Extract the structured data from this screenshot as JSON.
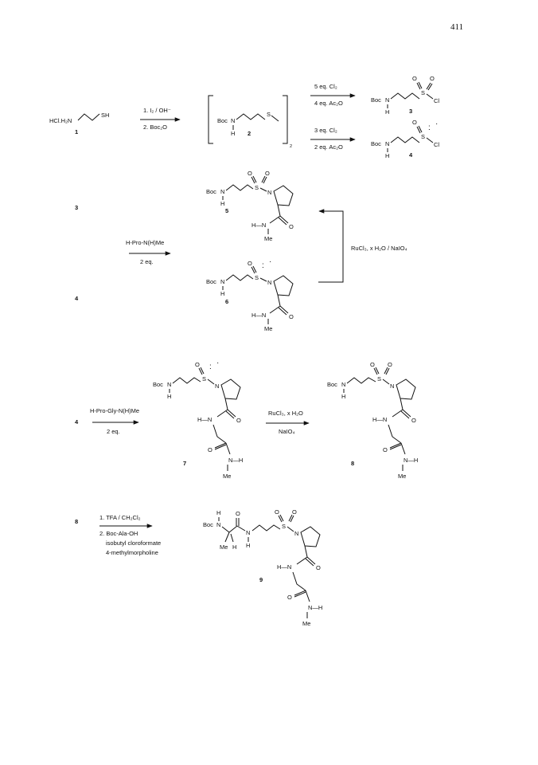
{
  "page_number": "411",
  "step1": {
    "reagent_1": "1. I₂ / OH⁻",
    "reagent_2": "2. Boc₂O",
    "upper_reagent_1": "5 eq. Cl₂",
    "upper_reagent_2": "4 eq. Ac₂O",
    "lower_reagent_1": "3 eq. Cl₂",
    "lower_reagent_2": "2 eq. Ac₂O"
  },
  "step2": {
    "reagent_1": "H-Pro-N(H)Me",
    "reagent_2": "2 eq.",
    "side_reagent": "RuCl₃, x H₂O / NaIO₄"
  },
  "step3": {
    "reagent_1": "H-Pro-Gly-N(H)Me",
    "reagent_2": "2 eq.",
    "ox_reagent_1": "RuCl₃, x H₂O",
    "ox_reagent_2": "NaIO₄"
  },
  "step4": {
    "reagent_1": "1. TFA / CH₂Cl₂",
    "reagent_2": "2. Boc-Ala-OH",
    "reagent_3": "isobutyl cloroformate",
    "reagent_4": "4-methylmorpholine"
  },
  "compounds": {
    "c1": "1",
    "c2": "2",
    "c3": "3",
    "c4": "4",
    "c5": "5",
    "c6": "6",
    "c7": "7",
    "c8": "8",
    "c9": "9"
  },
  "start_material": {
    "salt_label": "HCl.H₂N",
    "thiol_label": "SH"
  },
  "bracket_subscript": "2",
  "atoms": {
    "boc": "Boc",
    "n": "N",
    "h": "H",
    "s": "S",
    "o": "O",
    "cl": "Cl",
    "me": "Me",
    "hn": "H—N",
    "nh": "N—H"
  }
}
